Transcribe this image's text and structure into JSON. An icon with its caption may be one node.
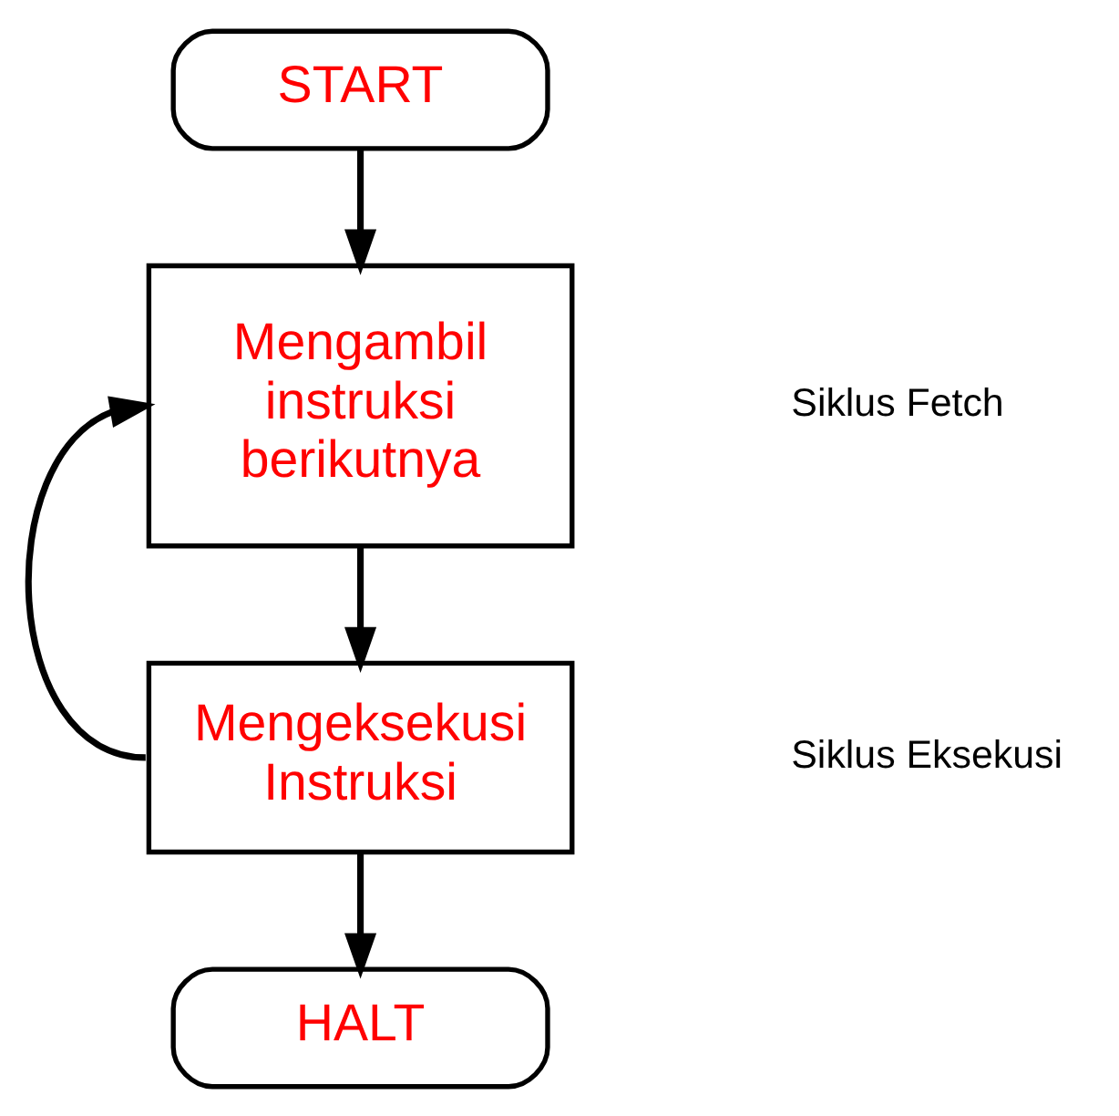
{
  "diagram": {
    "nodes": [
      {
        "text": [
          "START"
        ]
      },
      {
        "text": [
          "Mengambil instruksi berikutnya"
        ]
      },
      {
        "text": [
          "Mengeksekusi Instruksi"
        ]
      },
      {
        "text": [
          "HALT"
        ]
      }
    ],
    "edges": [
      {
        "from": 0,
        "to": 1,
        "arrow": "to"
      },
      {
        "from": 1,
        "to": 2,
        "arrow": "to"
      },
      {
        "from": 2,
        "to": 1,
        "arrow": "to"
      },
      {
        "from": 2,
        "to": 3,
        "arrow": "to"
      }
    ],
    "labels": [
      "Siklus Fetch",
      "Siklus Eksekusi"
    ]
  }
}
